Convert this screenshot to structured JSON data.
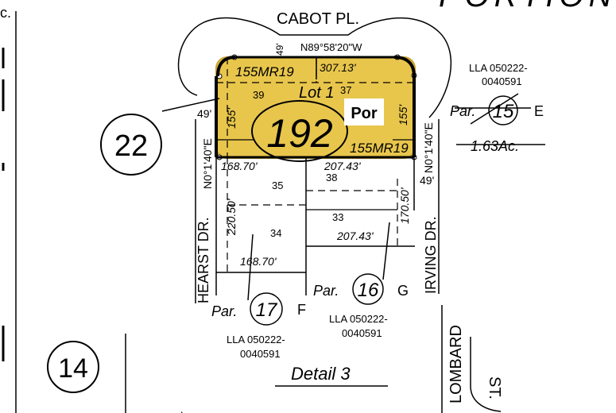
{
  "header": {
    "title_fragment": "PORTION O",
    "corner_fragment": "c."
  },
  "streets": {
    "north": "CABOT PL.",
    "west": "HEARST DR.",
    "east": "IRVING DR.",
    "lombard": "LOMBARD",
    "st": "ST."
  },
  "highlight_color": "#e8c64c",
  "lot": {
    "main_number": "192",
    "lot_label": "Lot 1",
    "lot_sub": "37",
    "por_label": "Por",
    "book_ref_top": "155MR19",
    "book_ref_bottom": "155MR19"
  },
  "dimensions": {
    "d_49_top": "49'",
    "bearing_north": "N89°58'20\"W",
    "d_307": "307.13'",
    "d_155_left": "155'",
    "d_155_right": "155'",
    "d_49_left": "49'",
    "bearing_west": "N0°1'40\"E",
    "bearing_east": "N0°1'40\"E",
    "d_168_top": "168.70'",
    "d_207_top": "207.43'",
    "d_220": "220.50'",
    "d_170": "170.50'",
    "d_207_mid": "207.43'",
    "d_168_bottom": "168.70'",
    "d_49_right": "49'"
  },
  "sub_lots": {
    "lot_35": "35",
    "lot_33": "33",
    "lot_34": "34",
    "lot_39": "39",
    "lot_38": "38"
  },
  "parcels": {
    "par_label": "Par.",
    "par15_number": "15",
    "par15_letter": "E",
    "par15_acres": "1.63Ac.",
    "par16_number": "16",
    "par16_letter": "G",
    "par17_number": "17",
    "par17_letter": "F"
  },
  "lla": {
    "lla15_line1": "LLA 050222-",
    "lla15_line2": "0040591",
    "lla16_line1": "LLA 050222-",
    "lla16_line2": "0040591",
    "lla17_line1": "LLA 050222-",
    "lla17_line2": "0040591"
  },
  "circles": {
    "c22": "22",
    "c14": "14"
  },
  "detail_label": "Detail 3",
  "footer_fragments": {
    "left": "- - - - -",
    "right": "- - - - - -'-"
  }
}
